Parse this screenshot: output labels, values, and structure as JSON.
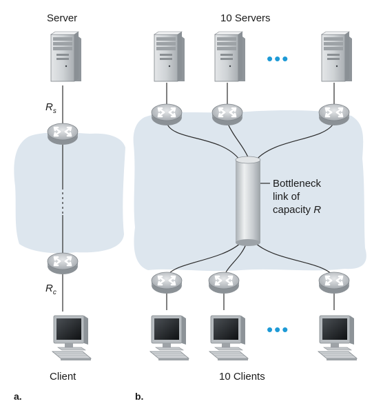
{
  "panel_a": {
    "label": "a.",
    "server_label": "Server",
    "client_label": "Client",
    "rs_main": "R",
    "rs_sub": "s",
    "rc_main": "R",
    "rc_sub": "c"
  },
  "panel_b": {
    "label": "b.",
    "servers_label": "10 Servers",
    "clients_label": "10 Clients",
    "ellipsis": "•••",
    "bottleneck_line1": "Bottleneck",
    "bottleneck_line2": "link of",
    "bottleneck_line3": "capacity ",
    "bottleneck_var": "R"
  },
  "colors": {
    "cloud": "#dde6ee",
    "router": "#b9bec3",
    "dots": "#1e9ad6"
  },
  "icons": [
    "server-icon",
    "router-icon",
    "client-computer-icon",
    "bottleneck-link-cylinder"
  ]
}
